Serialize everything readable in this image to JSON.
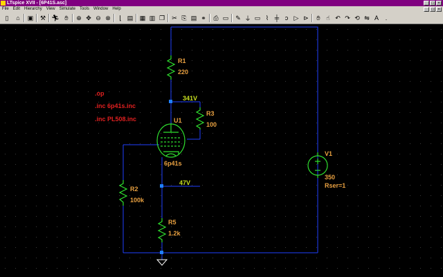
{
  "window": {
    "title": "LTspice XVII - [6P41S.asc]"
  },
  "menu": [
    "File",
    "Edit",
    "Hierarchy",
    "View",
    "Simulate",
    "Tools",
    "Window",
    "Help"
  ],
  "schematic": {
    "directives": [
      ".op",
      ".inc 6p41s.inc",
      ".inc PL508.inc"
    ],
    "components": {
      "r1": {
        "ref": "R1",
        "value": "220"
      },
      "r3": {
        "ref": "R3",
        "value": "100"
      },
      "u1": {
        "ref": "U1",
        "value": "6p41s"
      },
      "r2": {
        "ref": "R2",
        "value": "100k"
      },
      "r5": {
        "ref": "R5",
        "value": "1.2k"
      },
      "v1": {
        "ref": "V1",
        "value": "350",
        "extra": "Rser=1"
      }
    },
    "net_labels": {
      "plate": "341V",
      "cathode": "47V"
    },
    "colors": {
      "wire": "#2040ff",
      "component": "#2fe02f",
      "label": "#e8a040",
      "directive": "#e02020",
      "netlabel": "#c8e020"
    }
  }
}
